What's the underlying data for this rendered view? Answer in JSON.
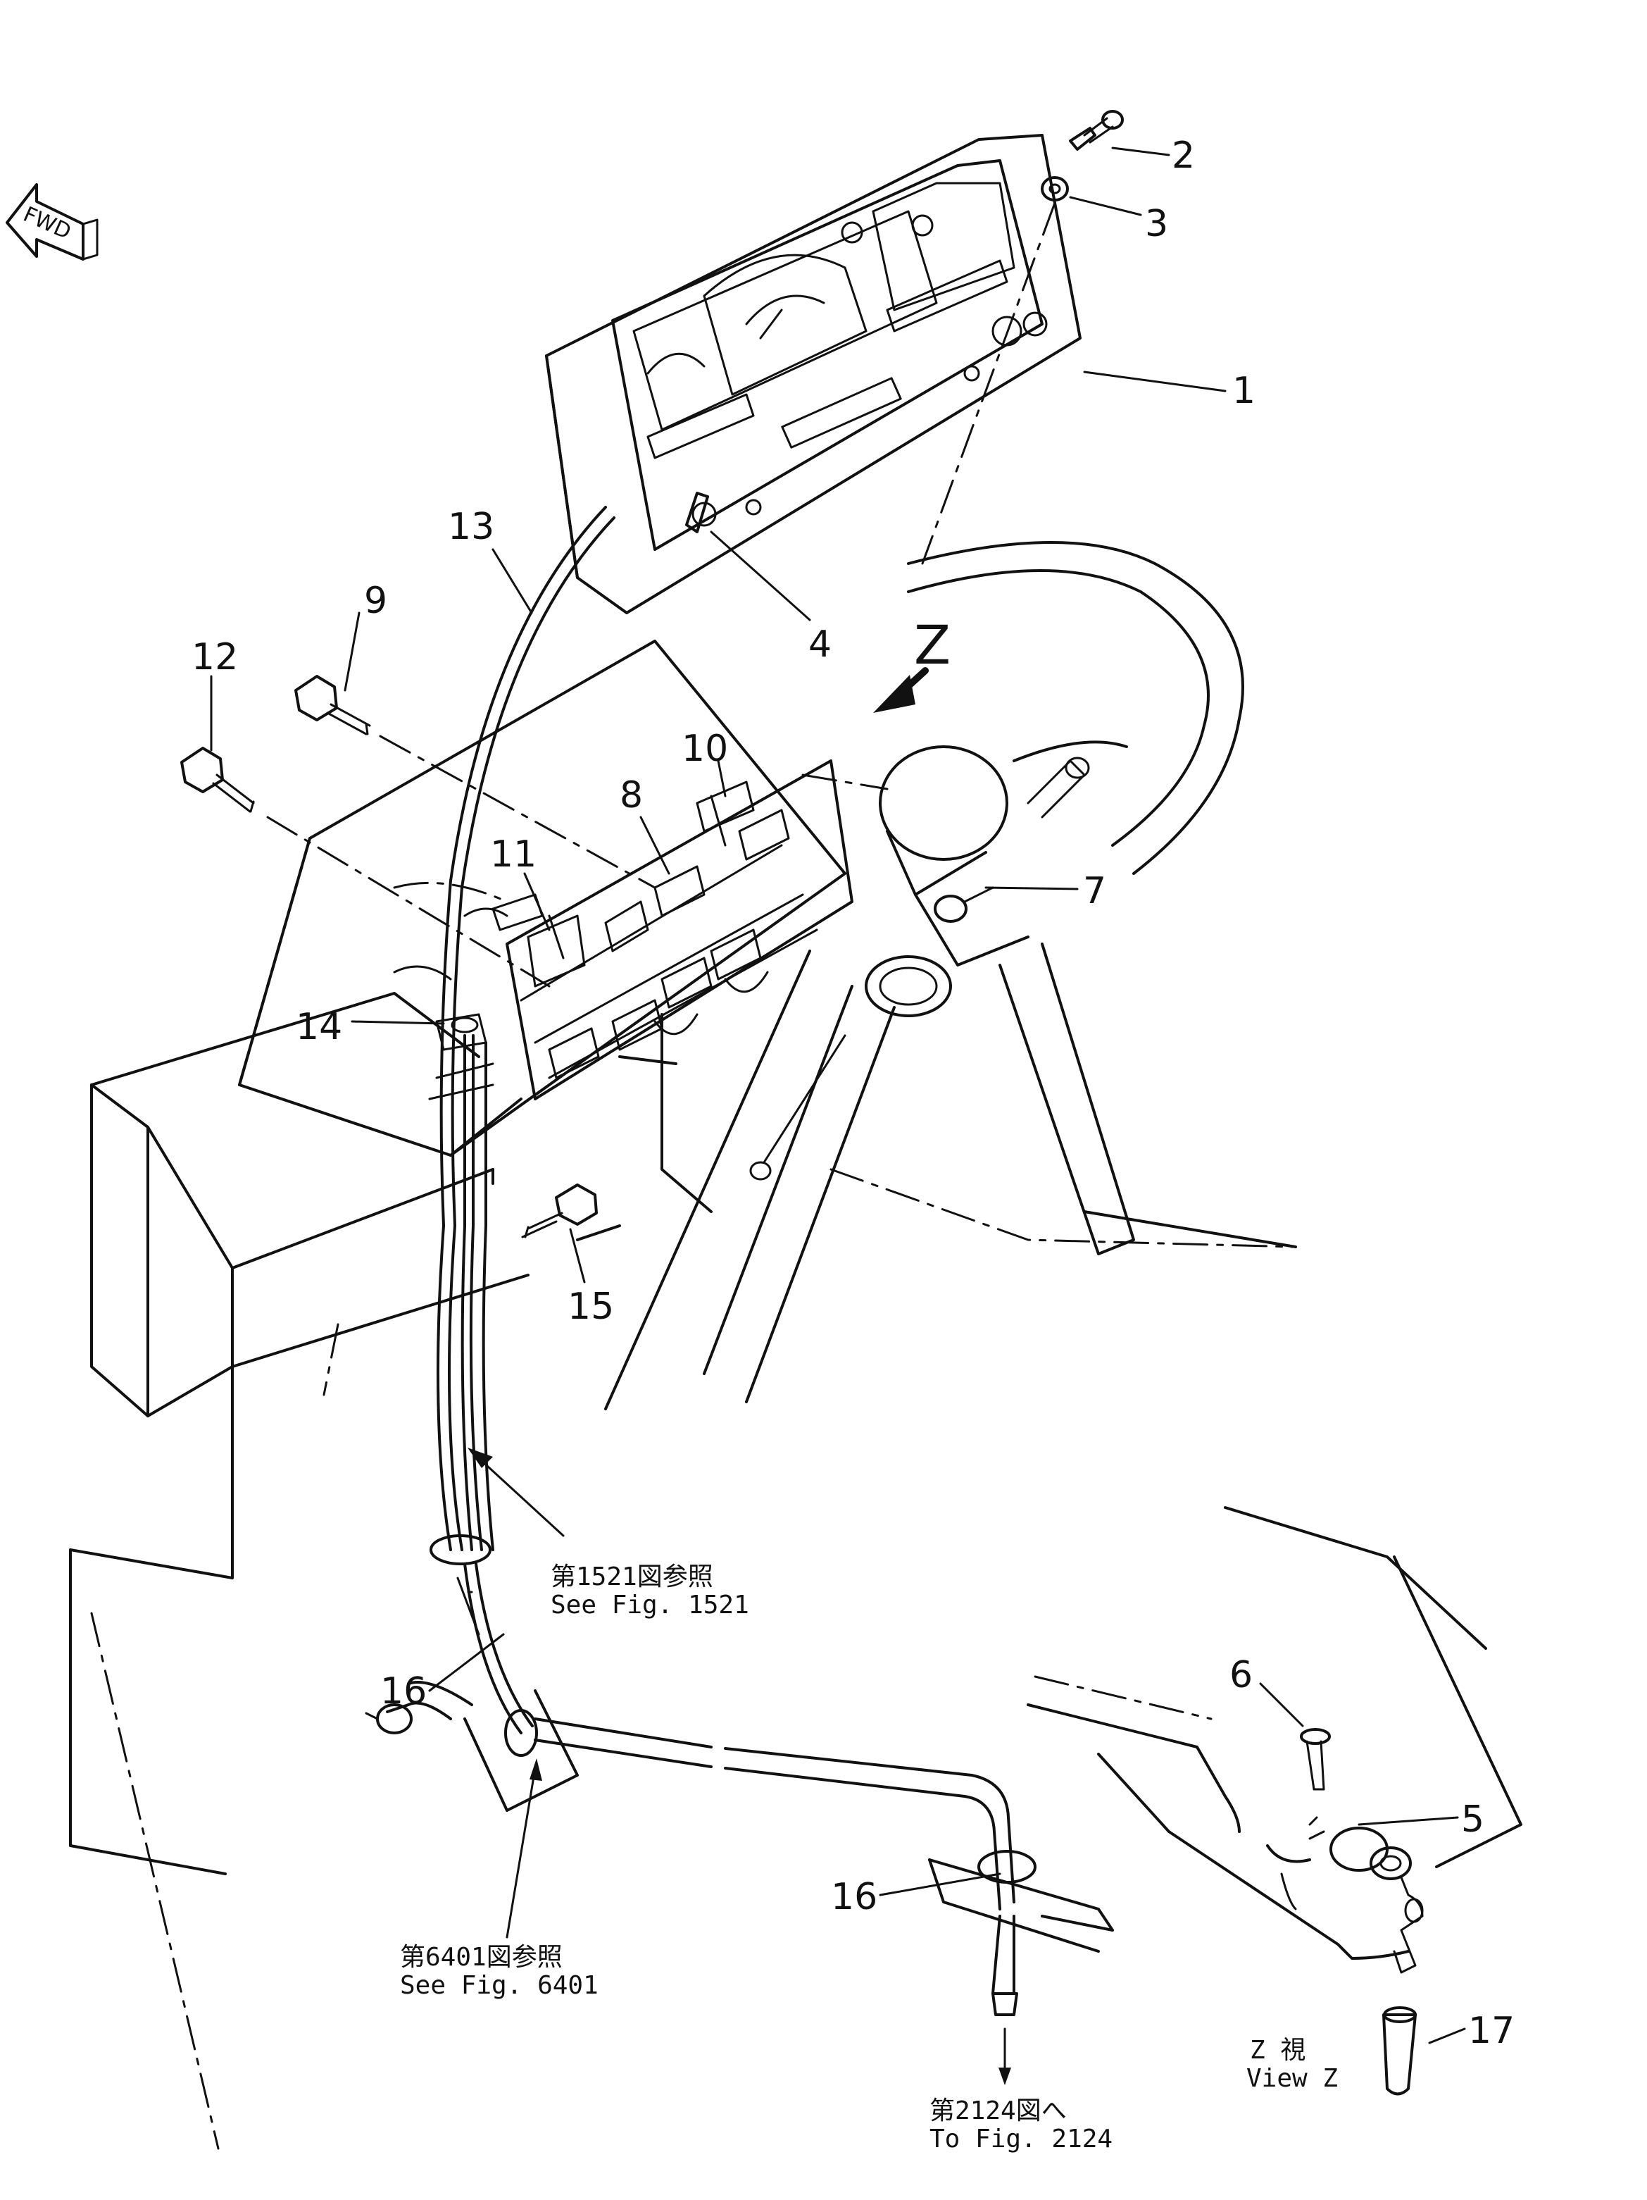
{
  "fwd_marker": "FWD",
  "view_arrow_label": "Z",
  "callouts": {
    "n1": "1",
    "n2": "2",
    "n3": "3",
    "n4": "4",
    "n5": "5",
    "n6": "6",
    "n7": "7",
    "n8": "8",
    "n9": "9",
    "n10": "10",
    "n11": "11",
    "n12": "12",
    "n13": "13",
    "n14": "14",
    "n15": "15",
    "n16a": "16",
    "n16b": "16",
    "n17": "17"
  },
  "notes": {
    "fig1521_ja": "第1521図参照",
    "fig1521_en": "See  Fig.  1521",
    "fig6401_ja": "第6401図参照",
    "fig6401_en": "See  Fig.  6401",
    "fig2124_ja": "第2124図へ",
    "fig2124_en": "To Fig. 2124",
    "viewz_ja": "Z   視",
    "viewz_en": "View  Z"
  }
}
